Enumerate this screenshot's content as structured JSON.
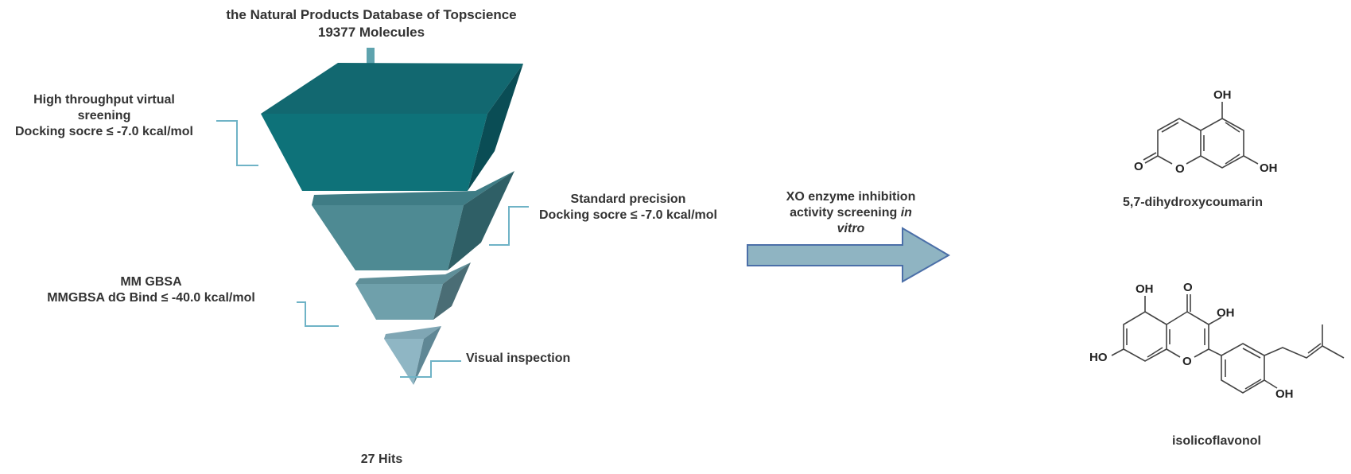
{
  "title": {
    "line1": "the Natural Products Database of Topscience",
    "line2": "19377 Molecules"
  },
  "stages": [
    {
      "line1": "High throughput virtual",
      "line2": "sreening",
      "line3": "Docking socre ≤ -7.0 kcal/mol"
    },
    {
      "line1": "Standard precision",
      "line2": "Docking socre ≤ -7.0 kcal/mol"
    },
    {
      "line1": "MM GBSA",
      "line2": "MMGBSA dG Bind ≤ -40.0 kcal/mol"
    },
    {
      "line1": "Visual inspection"
    }
  ],
  "result": "27 Hits",
  "assay": {
    "line1": "XO enzyme inhibition",
    "line2": "activity screening ",
    "line2_italic": "in",
    "line3_italic": "vitro"
  },
  "compounds": [
    {
      "name": "5,7-dihydroxycoumarin",
      "atoms": {
        "oh_top": "OH",
        "oh_right": "OH",
        "o_ring": "O",
        "o_carbonyl": "O"
      }
    },
    {
      "name": "isolicoflavonol",
      "atoms": {
        "oh5": "OH",
        "o_carbonyl": "O",
        "oh3": "OH",
        "ho7": "HO",
        "o_ring": "O",
        "oh4p": "OH"
      }
    }
  ],
  "colors": {
    "layer1_front": "#0e7279",
    "layer1_top": "#126870",
    "layer1_side": "#0a4d55",
    "layer2": "#4e8a93",
    "layer3": "#6fa0ab",
    "layer4": "#8fb6c4",
    "bracket": "#6fb3c6",
    "arrow": "#8fb4c2",
    "arrow_border": "#4b6fa8"
  }
}
